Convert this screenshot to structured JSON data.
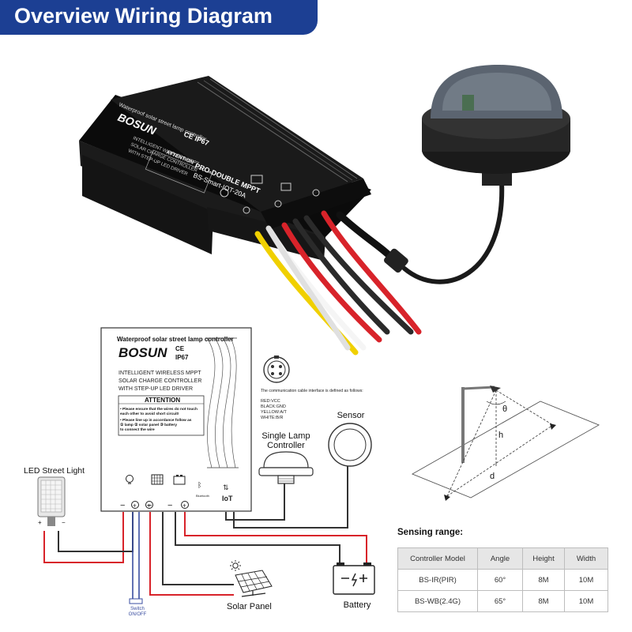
{
  "header": {
    "title": "Overview Wiring Diagram"
  },
  "controller_photo": {
    "brand": "BOSUN",
    "heading": "Waterproof solar street lamp controller",
    "marks": "CE IP67",
    "desc_lines": [
      "INTELLIGENT WIRELESS MPPT",
      "SOLAR CHARGE CONTROLLER",
      "WITH STEP-UP LED DRIVER"
    ],
    "attention": "ATTENTION",
    "model_line1": "PRO-DOUBLE MPPT",
    "model_line2": "BS-Smart-IOT-20A"
  },
  "controller_diagram": {
    "heading": "Waterproof solar street lamp controller",
    "brand": "BOSUN",
    "marks_ce": "CE",
    "marks_ip": "IP67",
    "desc_lines": [
      "INTELLIGENT WIRELESS MPPT",
      "SOLAR CHARGE CONTROLLER",
      "WITH STEP-UP LED DRIVER"
    ],
    "attention_title": "ATTENTION",
    "attention_lines": [
      "• Please ensure that the wires do not touch",
      "  each other to avoid short circuit!",
      "• Please line up in accordance follow as",
      "  ① lamp ② solar panel ③ battery",
      "  to connect the wire"
    ],
    "terminal_signs": [
      "−",
      "+",
      "−",
      "+",
      "−",
      "+"
    ],
    "bluetooth_label": "Bluetooth",
    "iot_label": "IoT"
  },
  "cable_info": {
    "intro": "The communication cable interface is defined as follows:",
    "lines": [
      "RED:VCC",
      "BLACK:GND",
      "YELLOW:A/T",
      "WHITE:B/R"
    ]
  },
  "labels": {
    "led_light": "LED Street Light",
    "single_lamp_line1": "Single Lamp",
    "single_lamp_line2": "Controller",
    "sensor": "Sensor",
    "solar_panel": "Solar Panel",
    "battery": "Battery",
    "switch_line1": "Switch",
    "switch_line2": "ON/OFF",
    "plus": "+",
    "minus": "−"
  },
  "geometry_labels": {
    "theta": "θ",
    "h": "h",
    "d": "d"
  },
  "sensing": {
    "title": "Sensing range:",
    "headers": [
      "Controller Model",
      "Angle",
      "Height",
      "Width"
    ],
    "rows": [
      [
        "BS-IR(PIR)",
        "60°",
        "8M",
        "10M"
      ],
      [
        "BS-WB(2.4G)",
        "65°",
        "8M",
        "10M"
      ]
    ]
  },
  "colors": {
    "title_bar": "#1c3f93",
    "wire_red": "#d8232a",
    "wire_black": "#333333",
    "wire_blue": "#3a4ea0",
    "wire_yellow": "#f2d200"
  }
}
